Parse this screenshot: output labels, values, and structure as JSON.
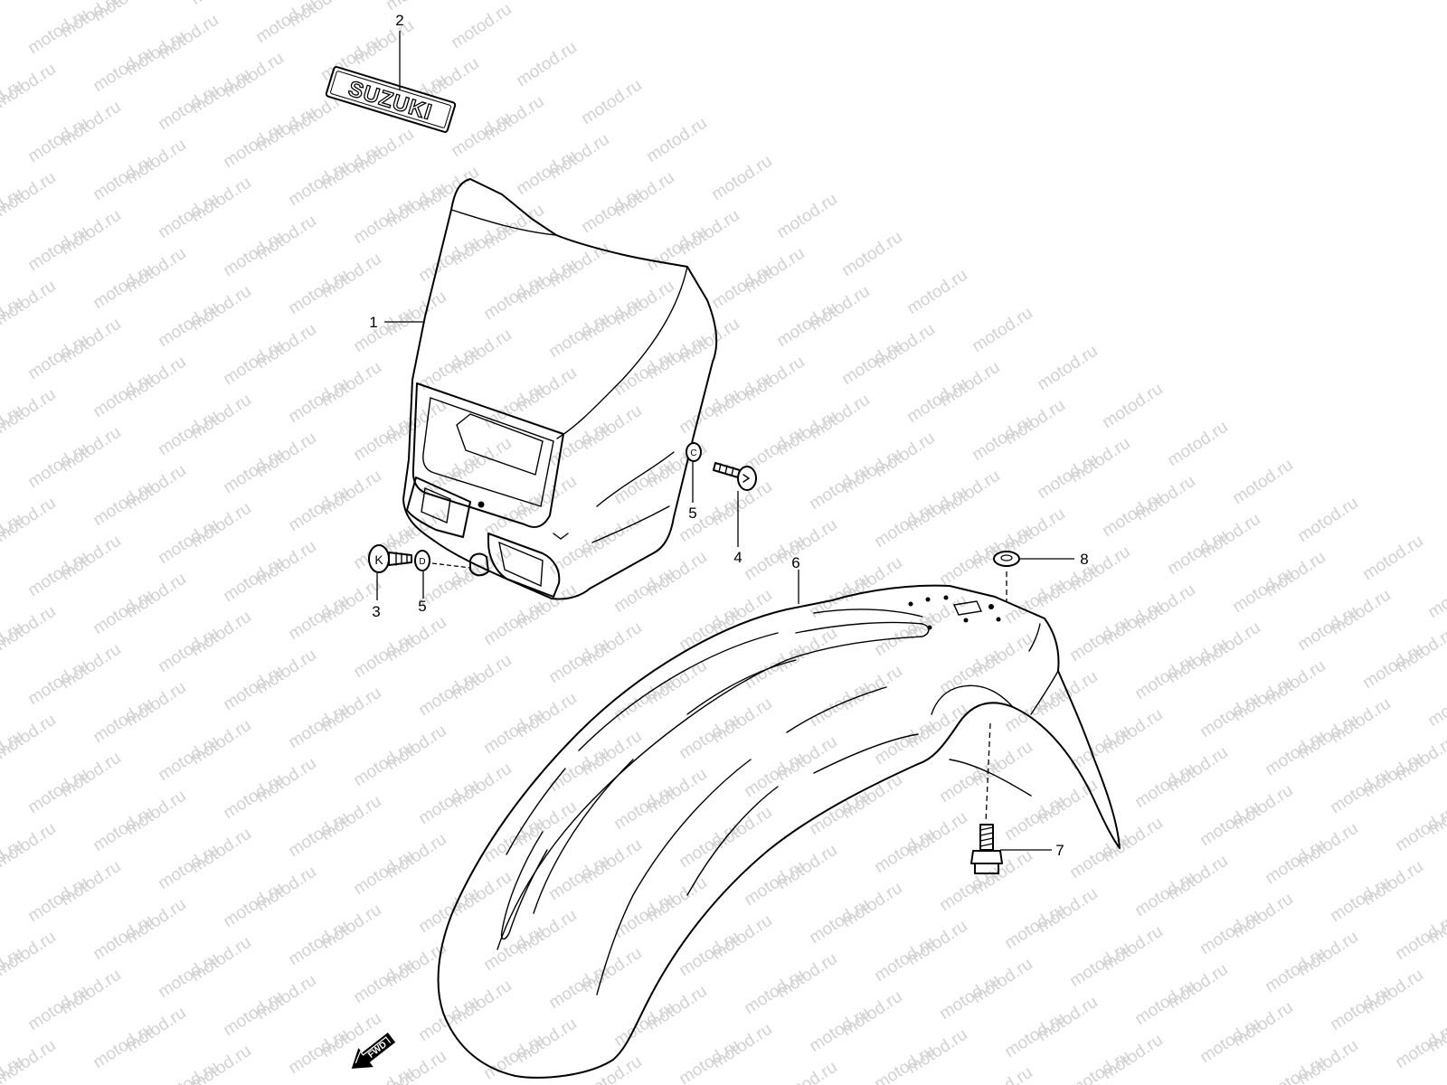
{
  "watermark": {
    "text": "motod.ru"
  },
  "decal_text": "SUZUKI",
  "fwd_label": "FWD",
  "callouts": {
    "c1": "1",
    "c2": "2",
    "c3": "3",
    "c4": "4",
    "c5a": "5",
    "c5b": "5",
    "c6": "6",
    "c7": "7",
    "c8": "8"
  },
  "fastener_marks": {
    "screw_head": "K",
    "nut_left": "D",
    "nut_right": "C"
  },
  "parts": [
    {
      "callout": "1",
      "icon": "headlight-cowl"
    },
    {
      "callout": "2",
      "icon": "suzuki-emblem-decal"
    },
    {
      "callout": "3",
      "icon": "screw"
    },
    {
      "callout": "4",
      "icon": "screw"
    },
    {
      "callout": "5",
      "icon": "nut"
    },
    {
      "callout": "6",
      "icon": "front-fender"
    },
    {
      "callout": "7",
      "icon": "bolt"
    },
    {
      "callout": "8",
      "icon": "washer"
    }
  ]
}
